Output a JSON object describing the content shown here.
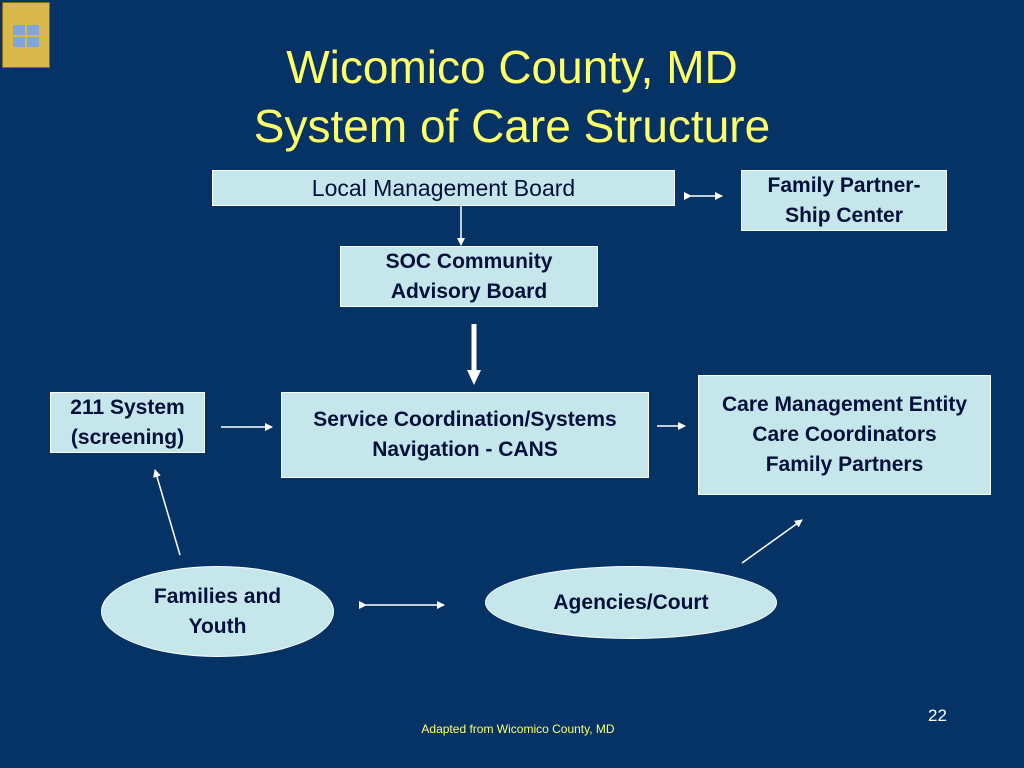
{
  "title": {
    "line1": "Wicomico County, MD",
    "line2": "System of Care Structure"
  },
  "nodes": {
    "lmb": "Local Management Board",
    "family_partnership": "Family Partner-\nShip Center",
    "soc_board": "SOC Community\n Advisory Board",
    "system_211": "211 System\n(screening)",
    "service_coord": "Service Coordination/Systems\nNavigation - CANS",
    "care_mgmt": "Care Management Entity\nCare Coordinators\nFamily Partners",
    "families_youth": "Families and\nYouth",
    "agencies_court": "Agencies/Court"
  },
  "footer": {
    "credit": "Adapted from Wicomico County, MD",
    "page_number": "22"
  },
  "colors": {
    "background": "#063366",
    "title": "#FFFF66",
    "box_fill": "#C5E6EB",
    "box_text": "#00103A"
  }
}
